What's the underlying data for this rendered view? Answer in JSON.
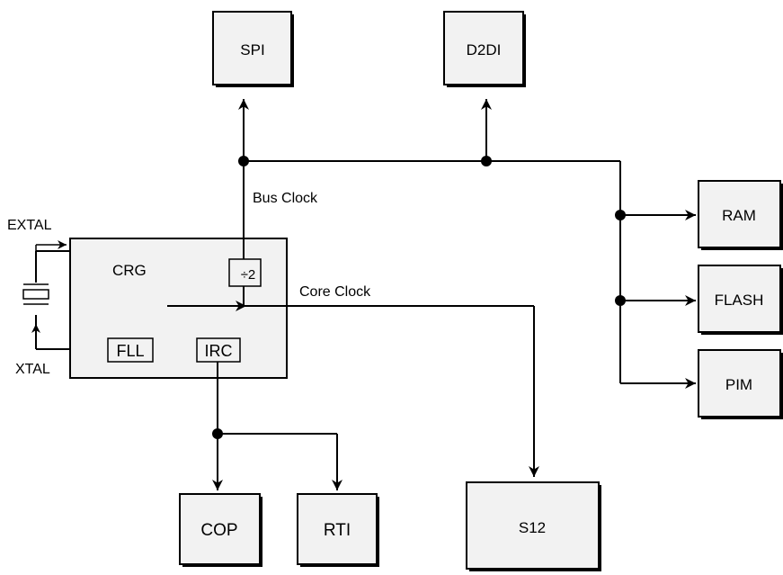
{
  "colors": {
    "block_fill": "#f2f2f2",
    "line": "#000000"
  },
  "blocks": {
    "spi": "SPI",
    "d2di": "D2DI",
    "ram": "RAM",
    "flash": "FLASH",
    "pim": "PIM",
    "cop": "COP",
    "rti": "RTI",
    "s12": "S12",
    "crg": "CRG",
    "fll": "FLL",
    "irc": "IRC",
    "divider": "÷2"
  },
  "labels": {
    "bus_clock": "Bus Clock",
    "core_clock": "Core Clock",
    "extal": "EXTAL",
    "xtal": "XTAL"
  }
}
